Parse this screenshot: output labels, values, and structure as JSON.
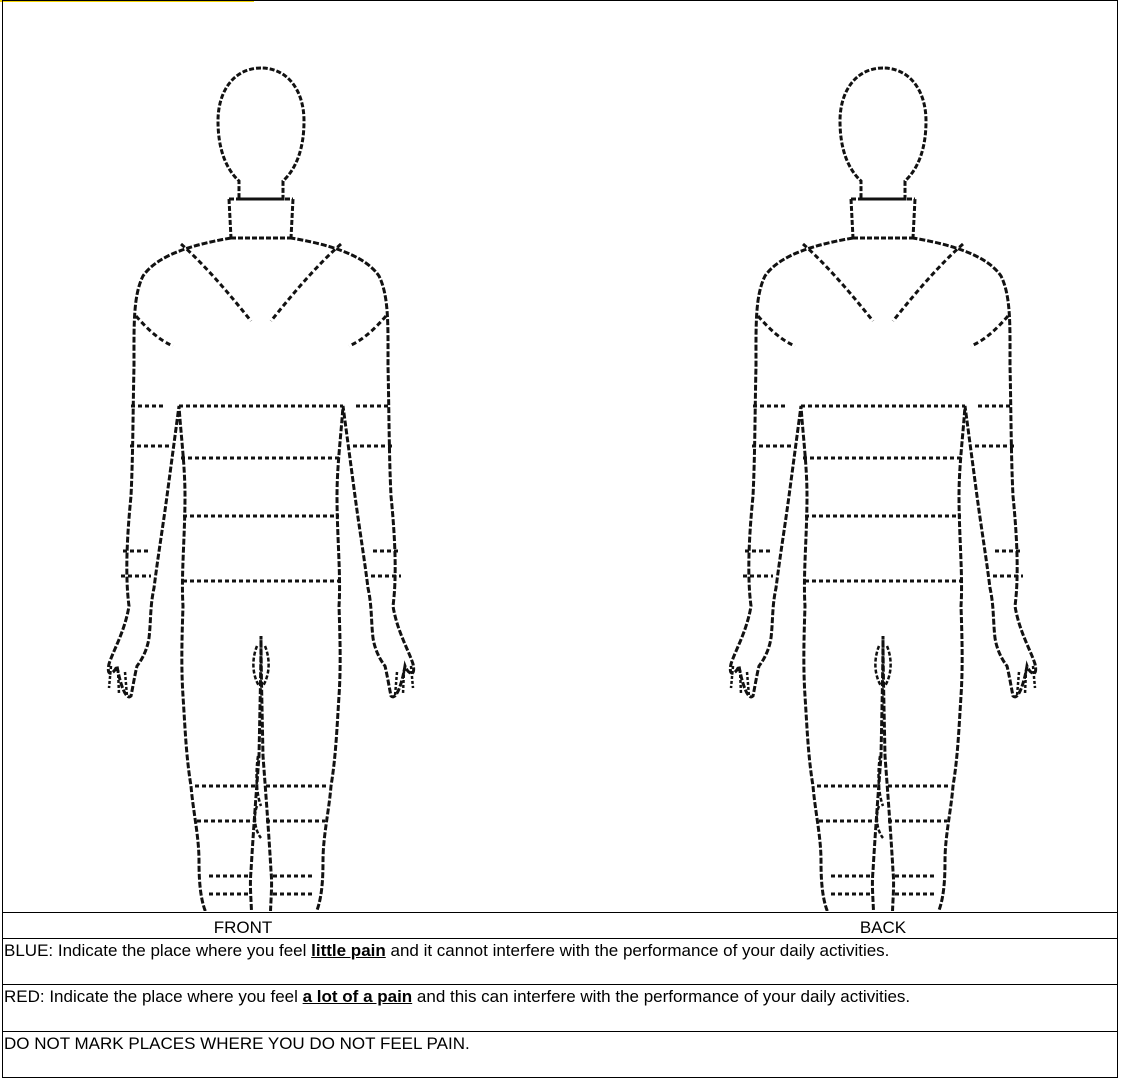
{
  "labels": {
    "front": "FRONT",
    "back": "BACK"
  },
  "instructions": {
    "blue_prefix": "BLUE: Indicate the place where you feel ",
    "blue_emphasis": "little pain",
    "blue_suffix": " and it cannot interfere with the performance of your daily activities.",
    "red_prefix": "RED: Indicate the place where you feel ",
    "red_emphasis": "a lot of a pain",
    "red_suffix": " and this can interfere with the performance of your daily activities.",
    "warning": "DO NOT MARK PLACES WHERE YOU DO NOT FEEL PAIN."
  }
}
